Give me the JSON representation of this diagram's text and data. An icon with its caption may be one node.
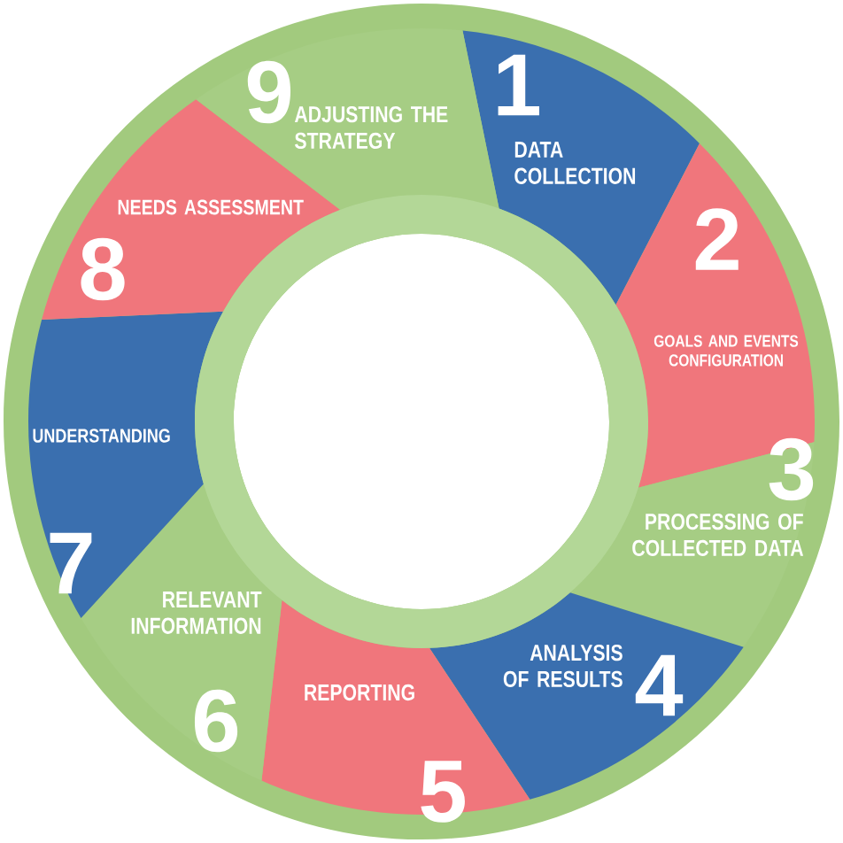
{
  "diagram": {
    "nodes": [
      {
        "text": [
          "1",
          "DATA COLLECTION"
        ]
      },
      {
        "text": [
          "2",
          "GOALS AND EVENTS CONFIGURATION"
        ]
      },
      {
        "text": [
          "3",
          "PROCESSING OF COLLECTED DATA"
        ]
      },
      {
        "text": [
          "ANALYSIS OF RESULTS",
          "4"
        ]
      },
      {
        "text": [
          "REPORTING",
          "5"
        ]
      },
      {
        "text": [
          "RELEVANT INFORMATION",
          "6"
        ]
      },
      {
        "text": [
          "UNDERSTANDING",
          "7"
        ]
      },
      {
        "text": [
          "NEEDS ASSESSMENT",
          "8"
        ]
      },
      {
        "text": [
          "9",
          "ADJUSTING THE STRATEGY"
        ]
      }
    ]
  }
}
